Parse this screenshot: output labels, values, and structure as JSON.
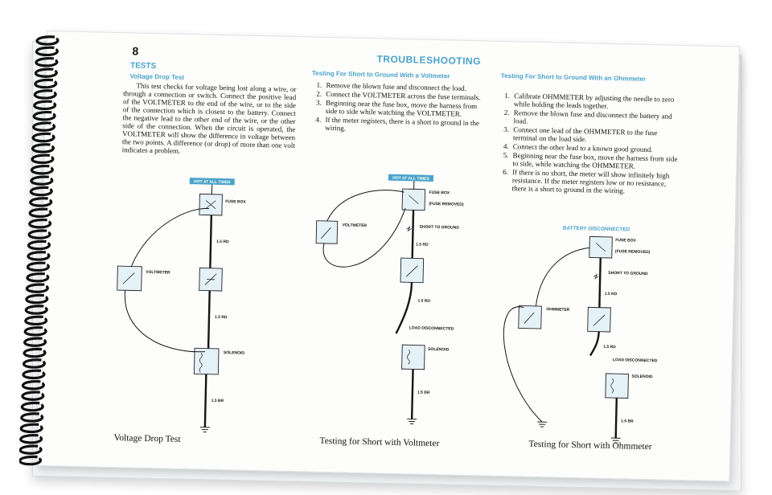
{
  "manual": {
    "page_number": "8",
    "title": "TROUBLESHOOTING"
  },
  "section_voltage_drop": {
    "heading": "TESTS",
    "subheading": "Voltage Drop Test",
    "body": "This test checks for voltage being lost along a wire, or through a connection or switch. Connect the positive lead of the VOLTMETER to the end of the wire, or to the side of the connection which is closest to the battery. Connect the negative lead to the other end of the wire, or the other side of the connection. When the circuit is operated, the VOLTMETER will show the difference in voltage between the two points. A difference (or drop) of more than one volt indicates a problem.",
    "diagram": {
      "tag": "HOT AT ALL TIMES",
      "fuse_box": "FUSE BOX",
      "meter": "VOLTMETER",
      "wire_upper": "1.5 RD",
      "wire_middle": "1.5 RD",
      "solenoid": "SOLENOID",
      "wire_ground": "1.5 BR"
    },
    "caption": "Voltage Drop Test"
  },
  "section_short_voltmeter": {
    "heading": "Testing For Short to Ground With a Voltmeter",
    "steps": [
      {
        "n": "1.",
        "text": "Remove the blown fuse and disconnect the load."
      },
      {
        "n": "2.",
        "text": "Connect the VOLTMETER across the fuse terminals."
      },
      {
        "n": "3.",
        "text": "Beginning near the fuse box, move the harness from side to side while watching the VOLTMETER."
      },
      {
        "n": "4.",
        "text": "If the meter registers, there is a short to ground in the wiring."
      }
    ],
    "diagram": {
      "tag": "HOT AT ALL TIMES",
      "fuse_box": "FUSE BOX",
      "fuse_removed": "(FUSE REMOVED)",
      "meter": "VOLTMETER",
      "short": "SHORT TO GROUND",
      "wire_upper": "1.5 RD",
      "wire_lower": "1.5 RD",
      "load": "LOAD DISCONNECTED",
      "solenoid": "SOLENOID",
      "wire_ground": "1.5 BR"
    },
    "caption": "Testing for Short with Voltmeter"
  },
  "section_short_ohmmeter": {
    "heading": "Testing For Short to Ground With an Ohmmeter",
    "steps": [
      {
        "n": "1.",
        "text": "Calibrate OHMMETER by adjusting the needle to zero while holding the leads together."
      },
      {
        "n": "2.",
        "text": "Remove the blown fuse and disconnect the battery and load."
      },
      {
        "n": "3.",
        "text": "Connect one lead of the OHMMETER to the fuse terminal on the load side."
      },
      {
        "n": "4.",
        "text": "Connect the other lead to a known good ground."
      },
      {
        "n": "5.",
        "text": "Beginning near the fuse box, move the harness from side to side, while watching the OHMMETER."
      },
      {
        "n": "6.",
        "text": "If there is no short, the meter will show infinitely high resistance. If the meter registers low or no resistance, there is a short to ground in the wiring."
      }
    ],
    "diagram": {
      "tag": "BATTERY DISCONNECTED",
      "fuse_box": "FUSE BOX",
      "fuse_removed": "(FUSE REMOVED)",
      "meter": "OHMMETER",
      "short": "SHORT TO GROUND",
      "wire_upper": "1.5 RD",
      "wire_middle": "1.5 RD",
      "load": "LOAD DISCONNECTED",
      "solenoid": "SOLENOID",
      "wire_ground": "1.5 BR"
    },
    "caption": "Testing for Short with Ohmmeter"
  },
  "colors": {
    "accent": "#4aa3c9",
    "component_fill": "#e4f1f7",
    "ink": "#111111",
    "paper": "#fdfdfc",
    "coil": "#111111"
  }
}
